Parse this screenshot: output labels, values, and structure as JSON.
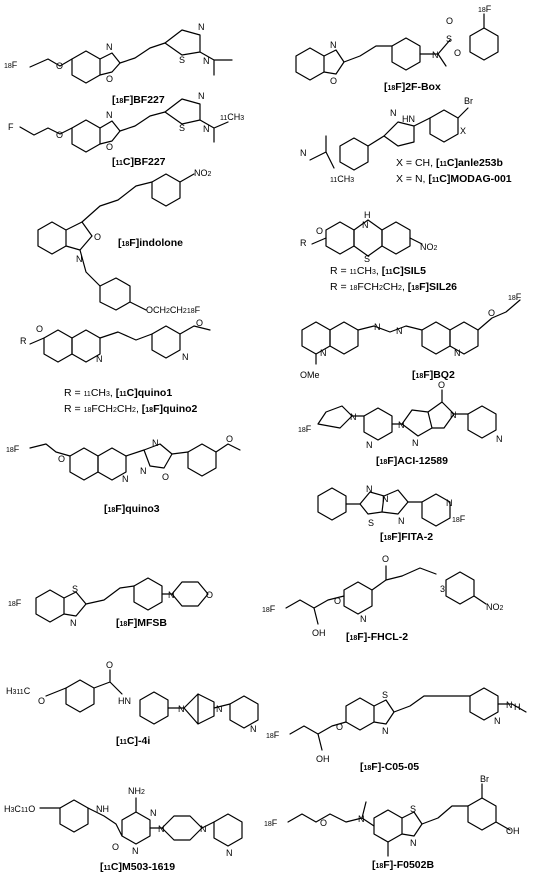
{
  "compounds": [
    {
      "id": "bf227_f",
      "label": "[18F]BF227"
    },
    {
      "id": "bf227_c",
      "label": "[11C]BF227"
    },
    {
      "id": "indolone",
      "label": "[18F]indolone"
    },
    {
      "id": "quino12",
      "label": "R = 11CH3, [11C]quino1 | R = 18FCH2CH2, [18F]quino2"
    },
    {
      "id": "quino3",
      "label": "[18F]quino3"
    },
    {
      "id": "mfsb",
      "label": "[18F]MFSB"
    },
    {
      "id": "c4i",
      "label": "[11C]-4i"
    },
    {
      "id": "m503",
      "label": "[11C]M503-1619"
    },
    {
      "id": "fbox",
      "label": "[18F]2F-Box"
    },
    {
      "id": "anle",
      "label": "X = CH, [11C]anle253b | X = N, [11C]MODAG-001"
    },
    {
      "id": "sil",
      "label": "R = 11CH3, [11C]SIL5 | R = 18FCH2CH2, [18F]SIL26"
    },
    {
      "id": "bq2",
      "label": "[18F]BQ2"
    },
    {
      "id": "aci",
      "label": "[18F]ACI-12589"
    },
    {
      "id": "fita",
      "label": "[18F]FITA-2"
    },
    {
      "id": "fhcl",
      "label": "[18F]-FHCL-2"
    },
    {
      "id": "c0505",
      "label": "[18F]-C05-05"
    },
    {
      "id": "f0502b",
      "label": "[18F]-F0502B"
    }
  ],
  "atoms": {
    "N": "N",
    "O": "O",
    "S": "S",
    "F": "F",
    "X": "X",
    "H": "H",
    "HN": "HN",
    "NH": "NH",
    "OMe": "OMe",
    "NO2": "NO",
    "Br": "Br",
    "OH": "OH",
    "NH2": "NH",
    "R": "R",
    "3": "3",
    "sub2": "2"
  },
  "isotope": {
    "f18": "18",
    "c11": "11"
  },
  "strings": {
    "f18_F": "F",
    "ch3": "CH",
    "h3c": "H",
    "c11_O": "O",
    "ochch": "OCH",
    "ch2": "CH",
    "fch2ch2": "FCH",
    "eq": "R = ",
    "xeqch": "X = CH, ",
    "xeqn": "X = N, ",
    "comma": ", "
  }
}
